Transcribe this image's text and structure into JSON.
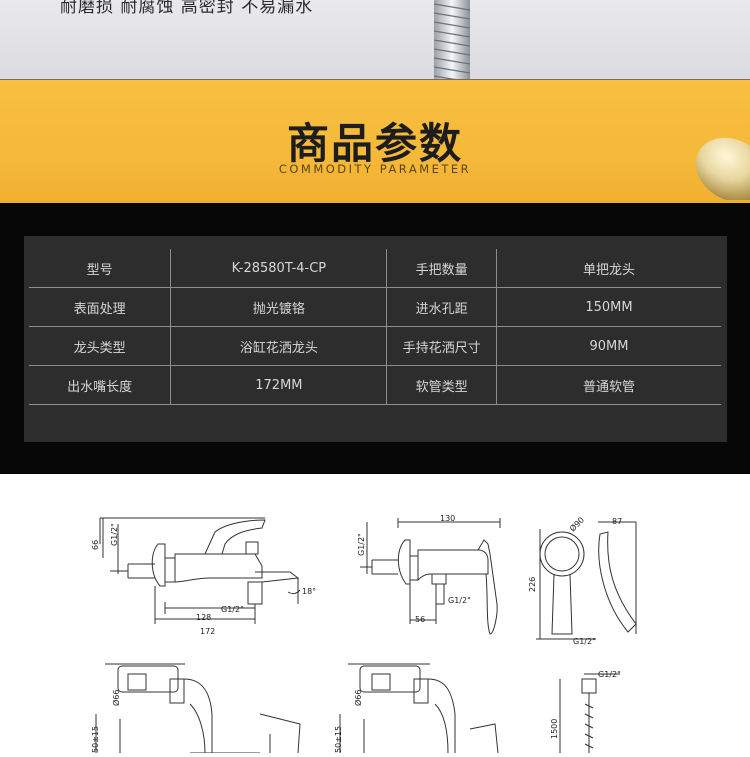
{
  "top_banner": {
    "text": "耐磨损 耐腐蚀 高密封 不易漏水"
  },
  "section": {
    "title": "商品参数",
    "subtitle": "COMMODITY PARAMETER"
  },
  "specs": {
    "rows": [
      [
        {
          "label": "型号",
          "value": "K-28580T-4-CP"
        },
        {
          "label": "手把数量",
          "value": "单把龙头"
        }
      ],
      [
        {
          "label": "表面处理",
          "value": "抛光镀铬"
        },
        {
          "label": "进水孔距",
          "value": "150MM"
        }
      ],
      [
        {
          "label": "龙头类型",
          "value": "浴缸花洒龙头"
        },
        {
          "label": "手持花洒尺寸",
          "value": "90MM"
        }
      ],
      [
        {
          "label": "出水嘴长度",
          "value": "172MM"
        },
        {
          "label": "软管类型",
          "value": "普通软管"
        }
      ]
    ]
  },
  "diagram_labels": {
    "d66": "66",
    "g12a": "G1/2\"",
    "g12b": "G1/2\"",
    "deg18": "18°",
    "d128": "128",
    "d172": "172",
    "d130": "130",
    "g12c": "G1/2\"",
    "g12d": "G1/2\"",
    "d56": "56",
    "dia90": "Ø90",
    "d87": "87",
    "d226": "226",
    "g12e": "G1/2\"",
    "dia66a": "Ø66",
    "d50a": "50±15",
    "dia66b": "Ø66",
    "d50b": "50±15",
    "g12f": "G1/2\"",
    "d1500": "1500"
  },
  "colors": {
    "accent_yellow": "#f6b93a",
    "table_bg": "#2d2d2d",
    "dark_bg": "#070707"
  }
}
